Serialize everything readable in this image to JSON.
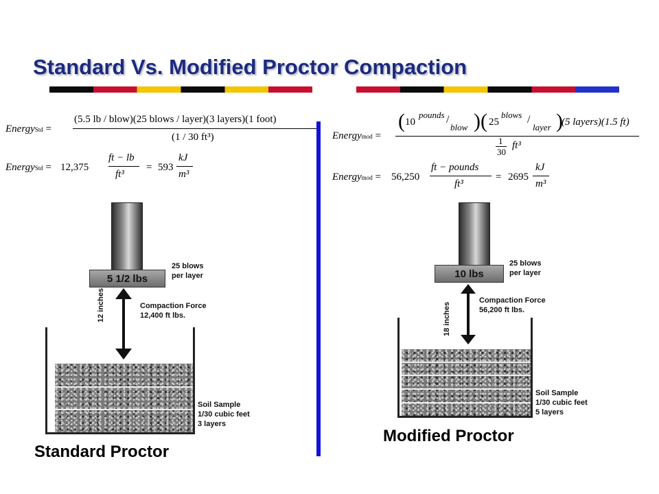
{
  "slide": {
    "title": "Standard Vs. Modified Proctor Compaction"
  },
  "colors": {
    "title": "#1c2b7d",
    "divider": "#1212d8",
    "stripe": [
      "#0b0b0b",
      "#c8102e",
      "#f2c500",
      "#0b0b0b",
      "#f2c500",
      "#c8102e",
      "#ffffff",
      "#c8102e",
      "#0b0b0b",
      "#f2c500",
      "#0b0b0b",
      "#c8102e",
      "#2233cc"
    ]
  },
  "standard": {
    "eq1_lhs": "Energy",
    "eq1_sub": "Std",
    "eq1_num": "(5.5 lb / blow)(25 blows / layer)(3 layers)(1 foot)",
    "eq1_den": "(1 / 30 ft³)",
    "eq2_lhs": "Energy",
    "eq2_sub": "Std",
    "eq2_val1": "12,375",
    "eq2_num1": "ft − lb",
    "eq2_den1": "ft³",
    "eq2_val2": "593",
    "eq2_num2": "kJ",
    "eq2_den2": "m³",
    "rammer_label": "5 1/2 lbs",
    "blows_line1": "25 blows",
    "blows_line2": "per layer",
    "drop_label": "12 inches",
    "force_line1": "Compaction Force",
    "force_line2": "12,400 ft lbs.",
    "soil_line1": "Soil Sample",
    "soil_line2": "1/30 cubic feet",
    "soil_line3": "3 layers",
    "caption": "Standard Proctor"
  },
  "modified": {
    "eq1_lhs": "Energy",
    "eq1_sub": "mod",
    "eq1_num_a": "10",
    "eq1_num_a_top": "pounds",
    "eq1_num_a_bot": "blow",
    "eq1_num_b": "25",
    "eq1_num_b_top": "blows",
    "eq1_num_b_bot": "layer",
    "eq1_num_c": "(5 layers)(1.5 ft)",
    "eq1_den_top": "1",
    "eq1_den_bot": "30",
    "eq1_den_unit": "ft³",
    "eq2_lhs": "Energy",
    "eq2_sub": "mod",
    "eq2_val1": "56,250",
    "eq2_num1": "ft − pounds",
    "eq2_den1": "ft³",
    "eq2_val2": "2695",
    "eq2_num2": "kJ",
    "eq2_den2": "m³",
    "rammer_label": "10 lbs",
    "blows_line1": "25 blows",
    "blows_line2": "per layer",
    "drop_label": "18 inches",
    "force_line1": "Compaction Force",
    "force_line2": "56,200 ft lbs.",
    "soil_line1": "Soil Sample",
    "soil_line2": "1/30 cubic feet",
    "soil_line3": "5 layers",
    "caption": "Modified Proctor"
  }
}
